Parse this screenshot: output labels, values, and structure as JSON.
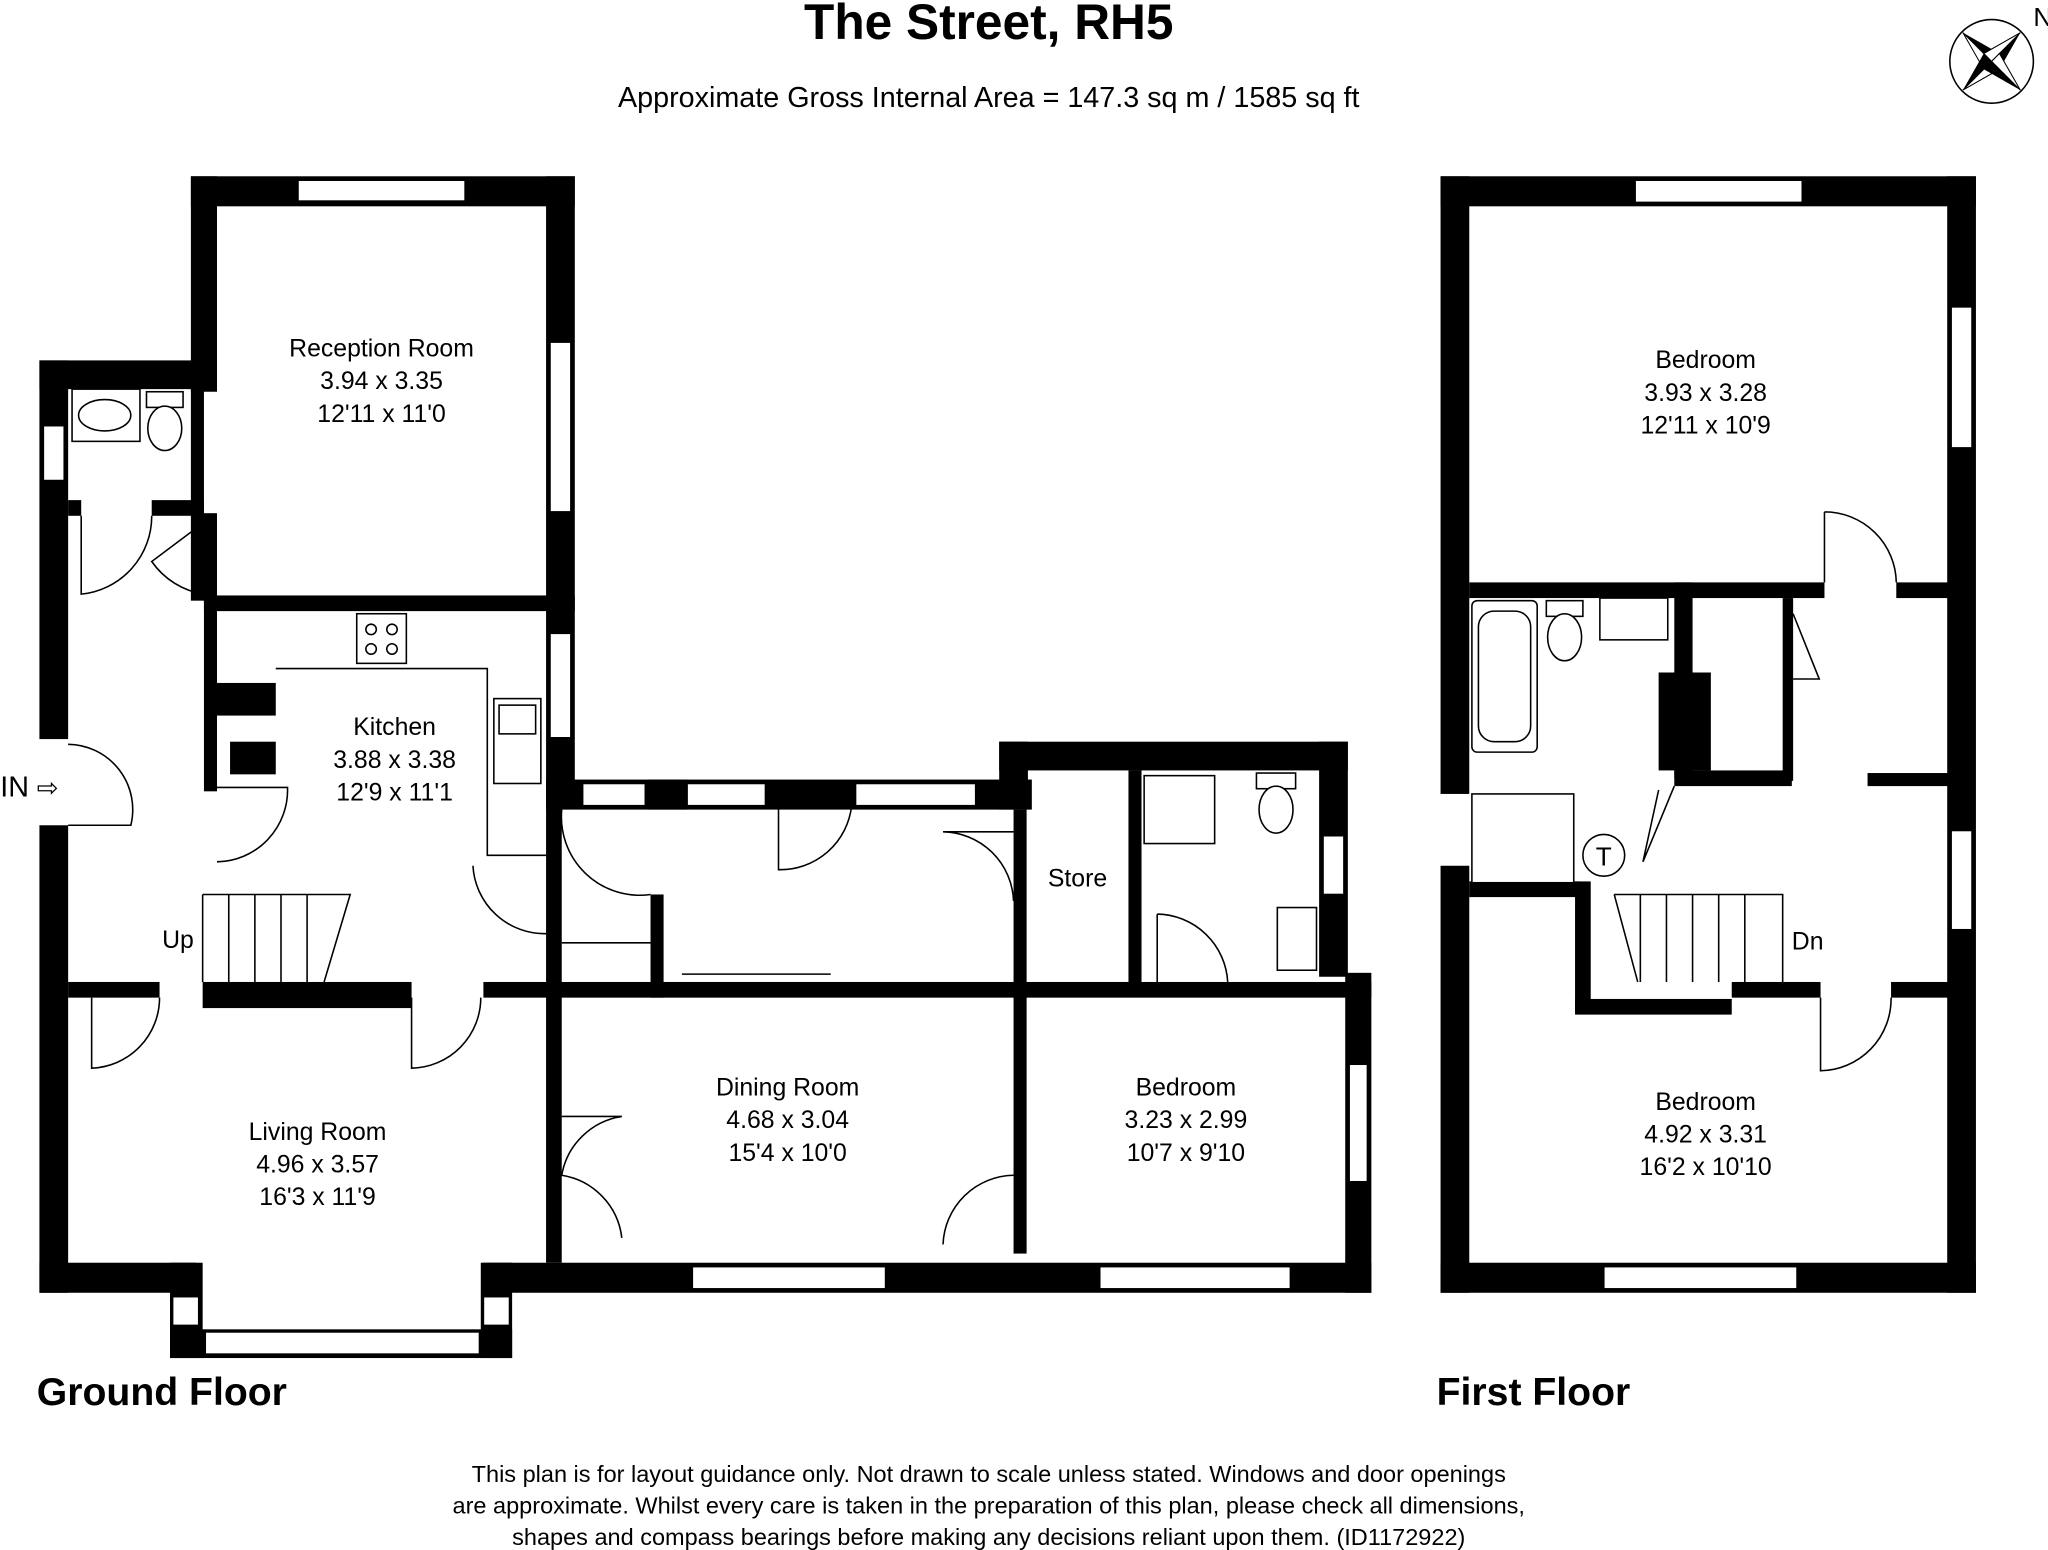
{
  "header": {
    "title": "The Street, RH5",
    "area": "Approximate Gross Internal Area = 147.3 sq m / 1585 sq ft",
    "compass_label": "N"
  },
  "ground_floor": {
    "label": "Ground Floor",
    "entrance": "IN",
    "stairs_label": "Up",
    "rooms": [
      {
        "name": "Reception Room",
        "metric": "3.94 x 3.35",
        "imperial": "12'11 x 11'0"
      },
      {
        "name": "Kitchen",
        "metric": "3.88 x 3.38",
        "imperial": "12'9 x 11'1"
      },
      {
        "name": "Living Room",
        "metric": "4.96 x 3.57",
        "imperial": "16'3 x 11'9"
      },
      {
        "name": "Dining Room",
        "metric": "4.68 x 3.04",
        "imperial": "15'4 x 10'0"
      },
      {
        "name": "Bedroom",
        "metric": "3.23 x 2.99",
        "imperial": "10'7 x 9'10"
      },
      {
        "name": "Store"
      }
    ]
  },
  "first_floor": {
    "label": "First Floor",
    "stairs_label": "Dn",
    "tank_label": "T",
    "rooms": [
      {
        "name": "Bedroom",
        "metric": "3.93 x 3.28",
        "imperial": "12'11 x 10'9"
      },
      {
        "name": "Bedroom",
        "metric": "4.92 x 3.31",
        "imperial": "16'2 x 10'10"
      }
    ]
  },
  "disclaimer": {
    "line1": "This plan is for layout guidance only. Not drawn to scale unless stated. Windows and door openings",
    "line2": "are approximate. Whilst every care is taken in the preparation of this plan, please check all dimensions,",
    "line3": "shapes and compass bearings before making any decisions reliant upon them. (ID1172922)"
  }
}
